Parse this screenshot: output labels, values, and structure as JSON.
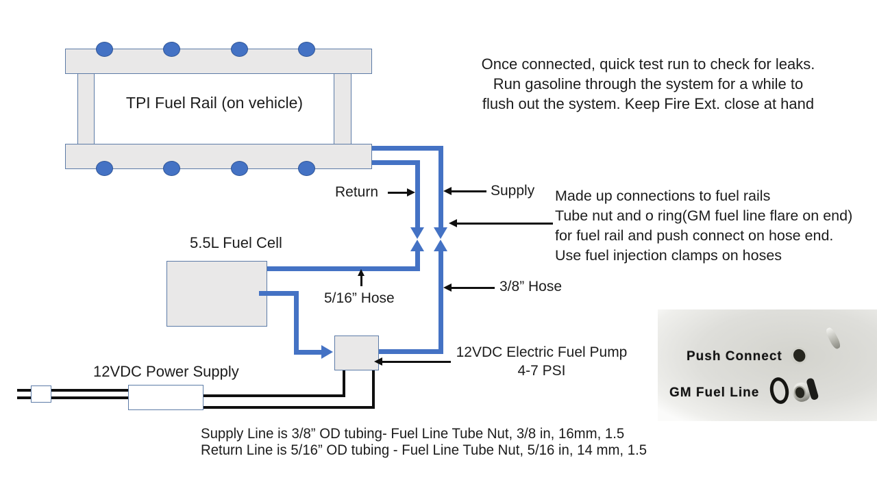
{
  "diagram": {
    "rail_label": "TPI Fuel Rail (on vehicle)",
    "fuel_cell_label": "5.5L Fuel Cell",
    "return_label": "Return",
    "supply_label": "Supply",
    "hose_516_label": "5/16” Hose",
    "hose_38_label": "3/8” Hose",
    "pump_label_line1": "12VDC Electric Fuel Pump",
    "pump_label_line2": "4-7 PSI",
    "power_supply_label": "12VDC Power Supply"
  },
  "notes": {
    "test_note": [
      "Once connected, quick test run to check for leaks.",
      "Run gasoline through the system for a while to",
      "flush out the system.  Keep Fire Ext. close at hand"
    ],
    "connection_note": [
      "Made up connections to fuel rails",
      "Tube nut and o ring(GM fuel line flare on end)",
      "for fuel rail and push connect on hose end.",
      "Use fuel injection clamps on hoses"
    ],
    "supply_line_note": "Supply Line is 3/8” OD  tubing- Fuel Line Tube Nut, 3/8 in, 16mm, 1.5",
    "return_line_note": "Return Line is 5/16” OD tubing - Fuel Line Tube Nut, 5/16 in, 14 mm, 1.5"
  },
  "photo": {
    "push_connect_label": "Push Connect",
    "gm_fuel_line_label": "GM Fuel Line"
  },
  "colors": {
    "line_blue": "#4472C4",
    "line_blue_dark": "#2F5597",
    "box_grey": "#E9E8E8",
    "box_border": "#5B7AA6",
    "wire_black": "#0F0F0F",
    "text_black": "#1C1C1C"
  }
}
